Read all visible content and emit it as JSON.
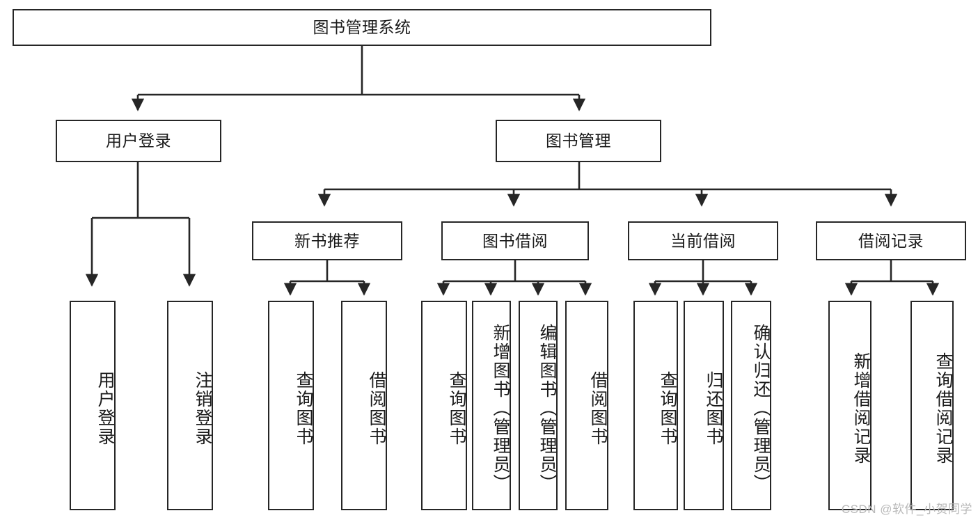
{
  "diagram": {
    "type": "tree-hierarchy",
    "title": "图书管理系统",
    "orientation": "top-down",
    "colors": {
      "stroke": "#262626",
      "fill": "#ffffff",
      "text": "#1a1a1a",
      "watermark": "#b8b8b8"
    },
    "watermark": "CSDN @软件_小贺同学",
    "levels": [
      {
        "level": 0,
        "nodes": [
          {
            "id": "root",
            "label": "图书管理系统",
            "orientation": "horizontal"
          }
        ]
      },
      {
        "level": 1,
        "nodes": [
          {
            "id": "login",
            "label": "用户登录",
            "orientation": "horizontal",
            "parent": "root"
          },
          {
            "id": "bookmgmt",
            "label": "图书管理",
            "orientation": "horizontal",
            "parent": "root"
          }
        ]
      },
      {
        "level": 2,
        "nodes": [
          {
            "id": "newbook",
            "label": "新书推荐",
            "orientation": "horizontal",
            "parent": "bookmgmt"
          },
          {
            "id": "borrow",
            "label": "图书借阅",
            "orientation": "horizontal",
            "parent": "bookmgmt"
          },
          {
            "id": "current",
            "label": "当前借阅",
            "orientation": "horizontal",
            "parent": "bookmgmt"
          },
          {
            "id": "record",
            "label": "借阅记录",
            "orientation": "horizontal",
            "parent": "bookmgmt"
          }
        ]
      },
      {
        "level": 3,
        "nodes": [
          {
            "id": "leaf-user-login",
            "label": "用户登录",
            "orientation": "vertical",
            "parent": "login"
          },
          {
            "id": "leaf-user-logout",
            "label": "注销登录",
            "orientation": "vertical",
            "parent": "login"
          },
          {
            "id": "leaf-query-book-1",
            "label": "查询图书",
            "orientation": "vertical",
            "parent": "newbook"
          },
          {
            "id": "leaf-borrow-book-1",
            "label": "借阅图书",
            "orientation": "vertical",
            "parent": "newbook"
          },
          {
            "id": "leaf-query-book-2",
            "label": "查询图书",
            "orientation": "vertical",
            "parent": "borrow"
          },
          {
            "id": "leaf-add-book",
            "label": "新增图书（管理员）",
            "orientation": "vertical",
            "parent": "borrow"
          },
          {
            "id": "leaf-edit-book",
            "label": "编辑图书（管理员）",
            "orientation": "vertical",
            "parent": "borrow"
          },
          {
            "id": "leaf-borrow-book-2",
            "label": "借阅图书",
            "orientation": "vertical",
            "parent": "borrow"
          },
          {
            "id": "leaf-query-book-3",
            "label": "查询图书",
            "orientation": "vertical",
            "parent": "current"
          },
          {
            "id": "leaf-return-book",
            "label": "归还图书",
            "orientation": "vertical",
            "parent": "current"
          },
          {
            "id": "leaf-confirm-return",
            "label": "确认归还（管理员）",
            "orientation": "vertical",
            "parent": "current"
          },
          {
            "id": "leaf-add-record",
            "label": "新增借阅记录",
            "orientation": "vertical",
            "parent": "record"
          },
          {
            "id": "leaf-query-record",
            "label": "查询借阅记录",
            "orientation": "vertical",
            "parent": "record"
          }
        ]
      }
    ]
  }
}
